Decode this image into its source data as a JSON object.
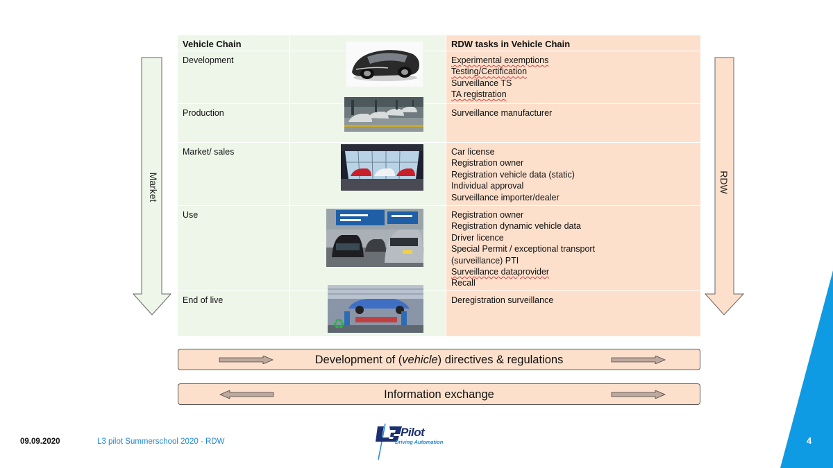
{
  "table": {
    "header_left": "Vehicle Chain",
    "header_right": "RDW tasks in Vehicle Chain",
    "rows": [
      {
        "stage": "Development",
        "photo_icon": "concept-car-photo",
        "tasks": [
          "Experimental exemptions",
          "Testing/Certification",
          "Surveillance TS",
          "TA registration"
        ]
      },
      {
        "stage": "Production",
        "photo_icon": "assembly-line-photo",
        "tasks": [
          "Surveillance manufacturer"
        ]
      },
      {
        "stage": "Market/ sales",
        "photo_icon": "car-showroom-photo",
        "tasks": [
          "Car license",
          "Registration owner",
          "Registration vehicle data (static)",
          "Individual approval",
          "Surveillance importer/dealer"
        ]
      },
      {
        "stage": "Use",
        "photo_icon": "traffic-highway-photo",
        "tasks": [
          "Registration owner",
          "Registration dynamic vehicle data",
          "Driver licence",
          "Special Permit / exceptional transport",
          "(surveillance) PTI",
          "Surveillance dataprovider",
          "Recall"
        ]
      },
      {
        "stage": "End of live",
        "photo_icon": "car-recycling-photo",
        "tasks": [
          "Deregistration surveillance"
        ]
      }
    ]
  },
  "arrows": {
    "left_label": "Market",
    "right_label": "RDW"
  },
  "banners": {
    "development": {
      "pre": "Development of (",
      "em": "vehicle",
      "post": ") directives & regulations"
    },
    "information": "Information exchange"
  },
  "footer": {
    "date": "09.09.2020",
    "subtitle": "L3 pilot Summerschool 2020 - RDW",
    "logo_text": "Pilot",
    "logo_tagline": "Driving Automation",
    "page_number": "4"
  },
  "colors": {
    "green_cell": "#eef6ea",
    "peach_cell": "#fde0cc",
    "footer_blue": "#1f88d6",
    "corner_blue": "#0f9be3",
    "logo_navy": "#1c2f6e"
  }
}
